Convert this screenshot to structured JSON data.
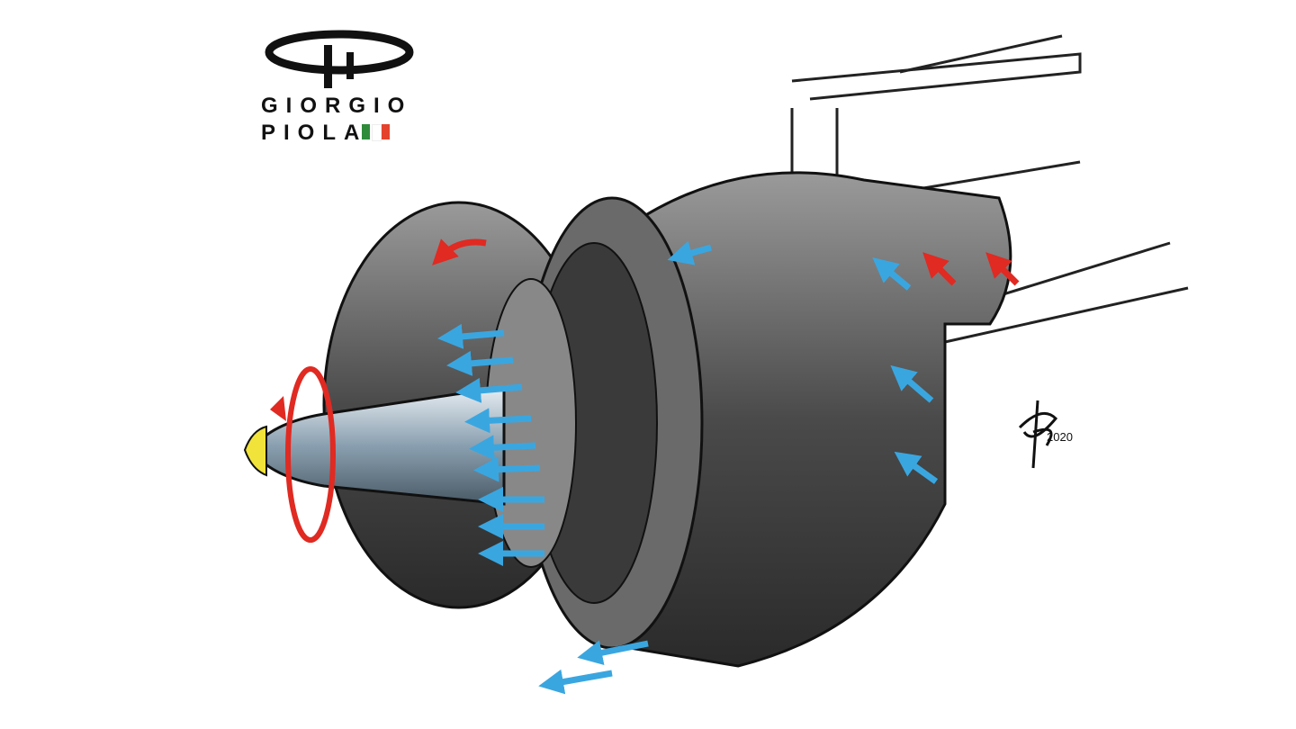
{
  "logo": {
    "line1": "GIORGIO",
    "line2": "PIOLA",
    "flag_colors": [
      "#2e8b3a",
      "#ffffff",
      "#e4422c"
    ]
  },
  "signature": {
    "text": "2020"
  },
  "illustration": {
    "subject": "brake-assembly-cutaway",
    "arrow_colors": {
      "cooling_air": "#3aa6e0",
      "hot_air": "#e02a22",
      "rotation": "#e02a22"
    },
    "hub_tip_color": "#f2e33a"
  }
}
